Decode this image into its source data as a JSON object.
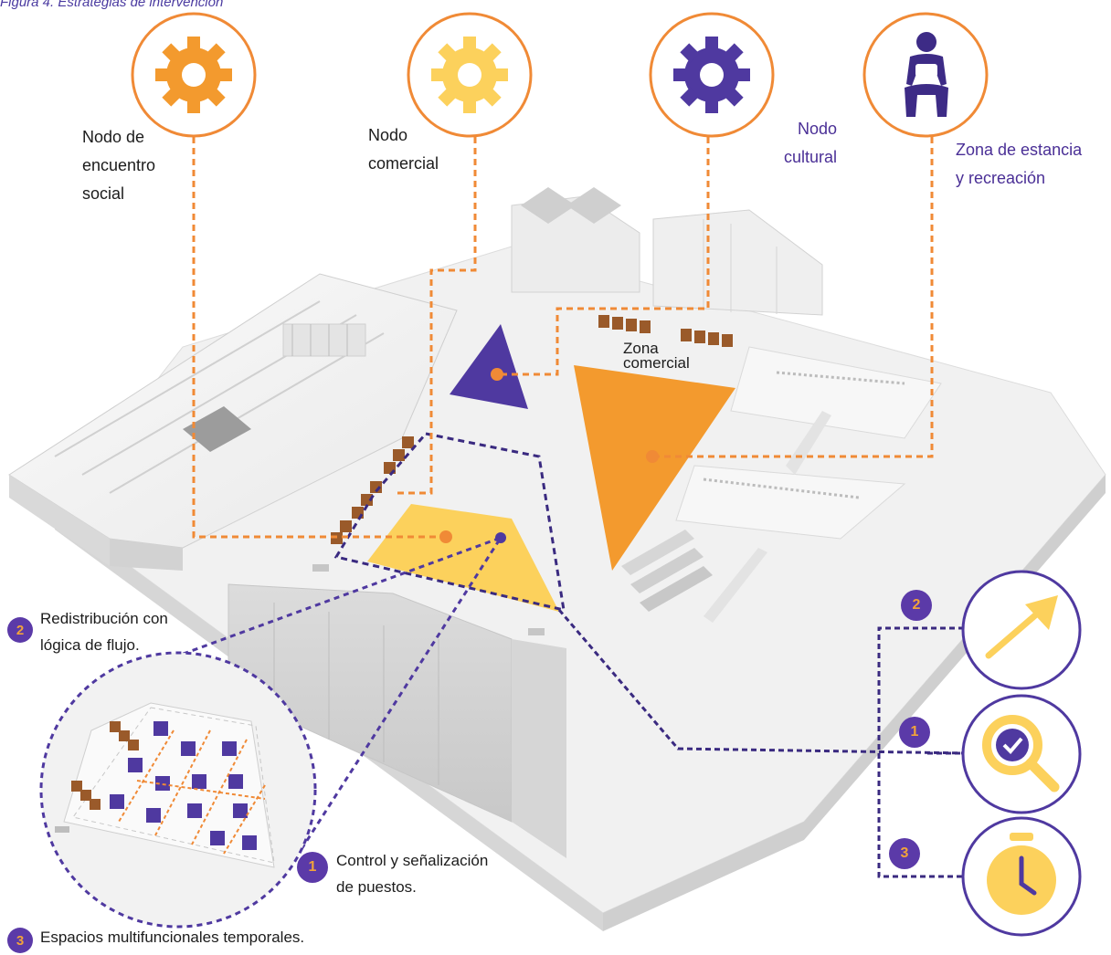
{
  "caption": "Figura 4. Estrategias de intervención",
  "nodes": [
    {
      "label": "Nodo de\nencuentro\nsocial",
      "color": "#f39a2e",
      "icon": "gear-icon"
    },
    {
      "label": "Nodo\ncomercial",
      "color": "#fcd15c",
      "icon": "gear-icon"
    },
    {
      "label": "Nodo\ncultural",
      "color": "#4f39a0",
      "icon": "gear-icon"
    },
    {
      "label": "Zona de estancia\ny recreación",
      "color": "#3d2b86",
      "icon": "person-sitting-icon"
    }
  ],
  "zone_label": "Zona\ncomercial",
  "strategies": [
    {
      "number": "2",
      "label": "Redistribución con\nlógica de flujo.",
      "icon": "arrow-icon"
    },
    {
      "number": "1",
      "label": "Control y señalización\nde puestos.",
      "icon": "magnifier-check-icon"
    },
    {
      "number": "3",
      "label": "Espacios  multifuncionales temporales.",
      "icon": "stopwatch-icon"
    }
  ],
  "colors": {
    "orange": "#f08a36",
    "yellow": "#fcd15c",
    "purple": "#4f39a0",
    "dark_purple": "#3a2a80"
  }
}
